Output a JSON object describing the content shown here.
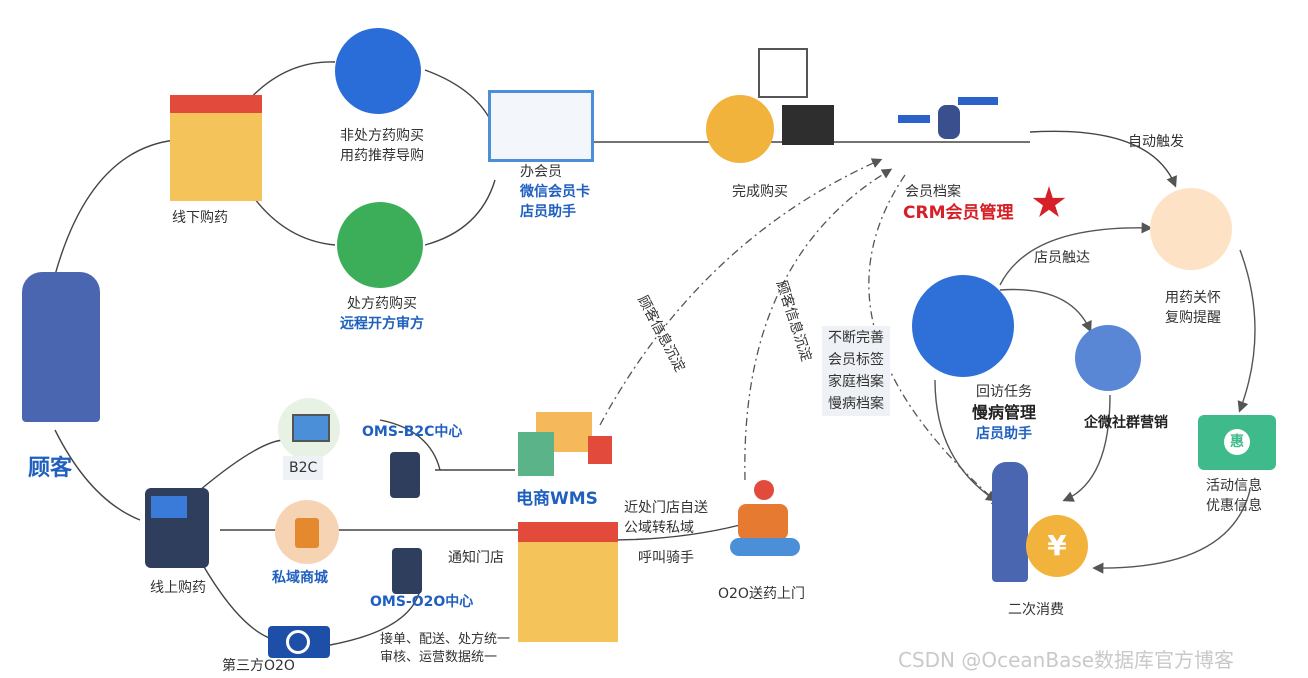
{
  "left": {
    "customer": "顾客",
    "offline": "线下购药",
    "online": "线上购药",
    "otc_buy": "非处方药购买",
    "otc_guide": "用药推荐导购",
    "rx_buy": "处方药购买",
    "rx_remote": "远程开方审方"
  },
  "membership": {
    "join": "办会员",
    "wechat_card": "微信会员卡",
    "assistant": "店员助手",
    "purchase": "完成购买"
  },
  "crm": {
    "profile": "会员档案",
    "title": "CRM会员管理",
    "auto": "自动触发",
    "care_1": "用药关怀",
    "care_2": "复购提醒",
    "staff_reach": "店员触达",
    "improve": [
      "不断完善",
      "会员标签",
      "家庭档案",
      "慢病档案"
    ],
    "visit": "回访任务",
    "chronic": "慢病管理",
    "assistant": "店员助手",
    "wecom": "企微社群营销",
    "coupon_icon": "惠",
    "promo_1": "活动信息",
    "promo_2": "优惠信息",
    "second": "二次消费"
  },
  "flows": {
    "sediment_1": "顾客信息沉淀",
    "sediment_2": "顾客信息沉淀"
  },
  "oms": {
    "b2c": "B2C",
    "b2c_center": "OMS-B2C中心",
    "wms": "电商WMS",
    "private_mall": "私域商城",
    "o2o_center": "OMS-O2O中心",
    "notify": "通知门店",
    "nearby_1": "近处门店自送",
    "nearby_2": "公域转私域",
    "rider": "呼叫骑手",
    "o2o_delivery": "O2O送药上门",
    "third": "第三方O2O",
    "unify_1": "接单、配送、处方统一",
    "unify_2": "审核、运营数据统一",
    "yen": "¥"
  },
  "watermark": "CSDN @OceanBase数据库官方博客",
  "colors": {
    "blue": "#1f5fbf",
    "red": "#d52027",
    "gold": "#f2b33d",
    "green": "#3db37a"
  }
}
